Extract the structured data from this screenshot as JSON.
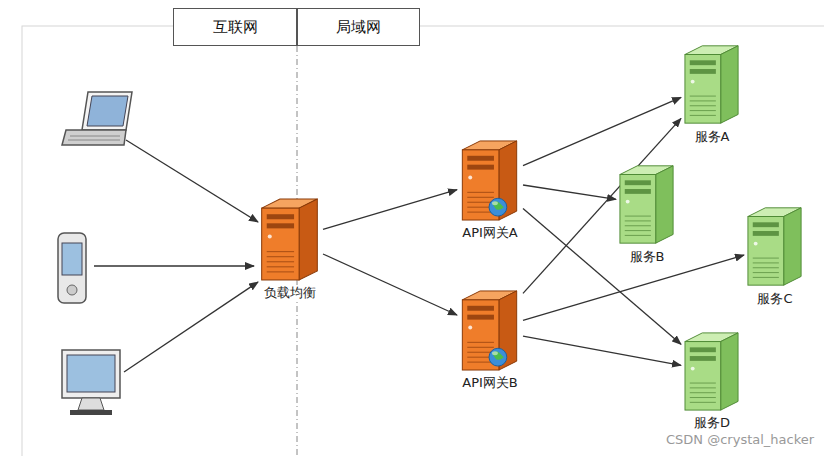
{
  "diagram": {
    "nodes": [
      {
        "text": [
          "互联网"
        ]
      },
      {
        "text": [
          "局域网"
        ]
      },
      {
        "text": [
          "负载均衡"
        ]
      },
      {
        "text": [
          "API网关A"
        ]
      },
      {
        "text": [
          "API网关B"
        ]
      },
      {
        "text": [
          "服务A"
        ]
      },
      {
        "text": [
          "服务B"
        ]
      },
      {
        "text": [
          "服务C"
        ]
      },
      {
        "text": [
          "服务D"
        ]
      }
    ],
    "edges": [
      {
        "from": 2,
        "to": 3,
        "arrow": "to"
      },
      {
        "from": 2,
        "to": 4,
        "arrow": "to"
      },
      {
        "from": 3,
        "to": 5,
        "arrow": "to"
      },
      {
        "from": 3,
        "to": 6,
        "arrow": "to"
      },
      {
        "from": 3,
        "to": 8,
        "arrow": "to"
      },
      {
        "from": 4,
        "to": 5,
        "arrow": "to"
      },
      {
        "from": 4,
        "to": 7,
        "arrow": "to"
      },
      {
        "from": 4,
        "to": 8,
        "arrow": "to"
      }
    ],
    "labels": [
      "CSDN @crystal_hacker"
    ]
  }
}
